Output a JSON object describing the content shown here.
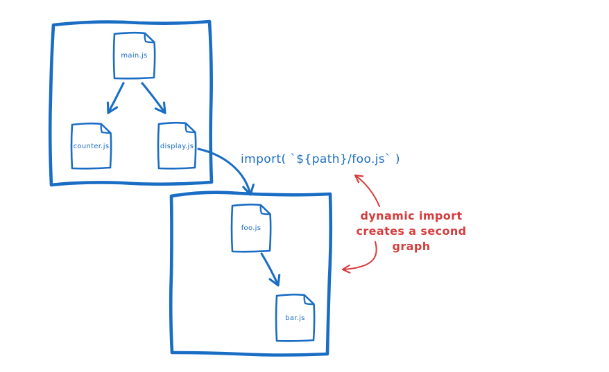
{
  "theme": {
    "blue": "#1a6dc4",
    "red": "#d63c3c",
    "bg": "#ffffff"
  },
  "diagram": {
    "graph1": {
      "main": "main.js",
      "counter": "counter.js",
      "display": "display.js"
    },
    "graph2": {
      "foo": "foo.js",
      "bar": "bar.js"
    },
    "import_call": "import( `${path}/foo.js` )",
    "annotation": {
      "line1": "dynamic import",
      "line2": "creates a second graph"
    }
  }
}
